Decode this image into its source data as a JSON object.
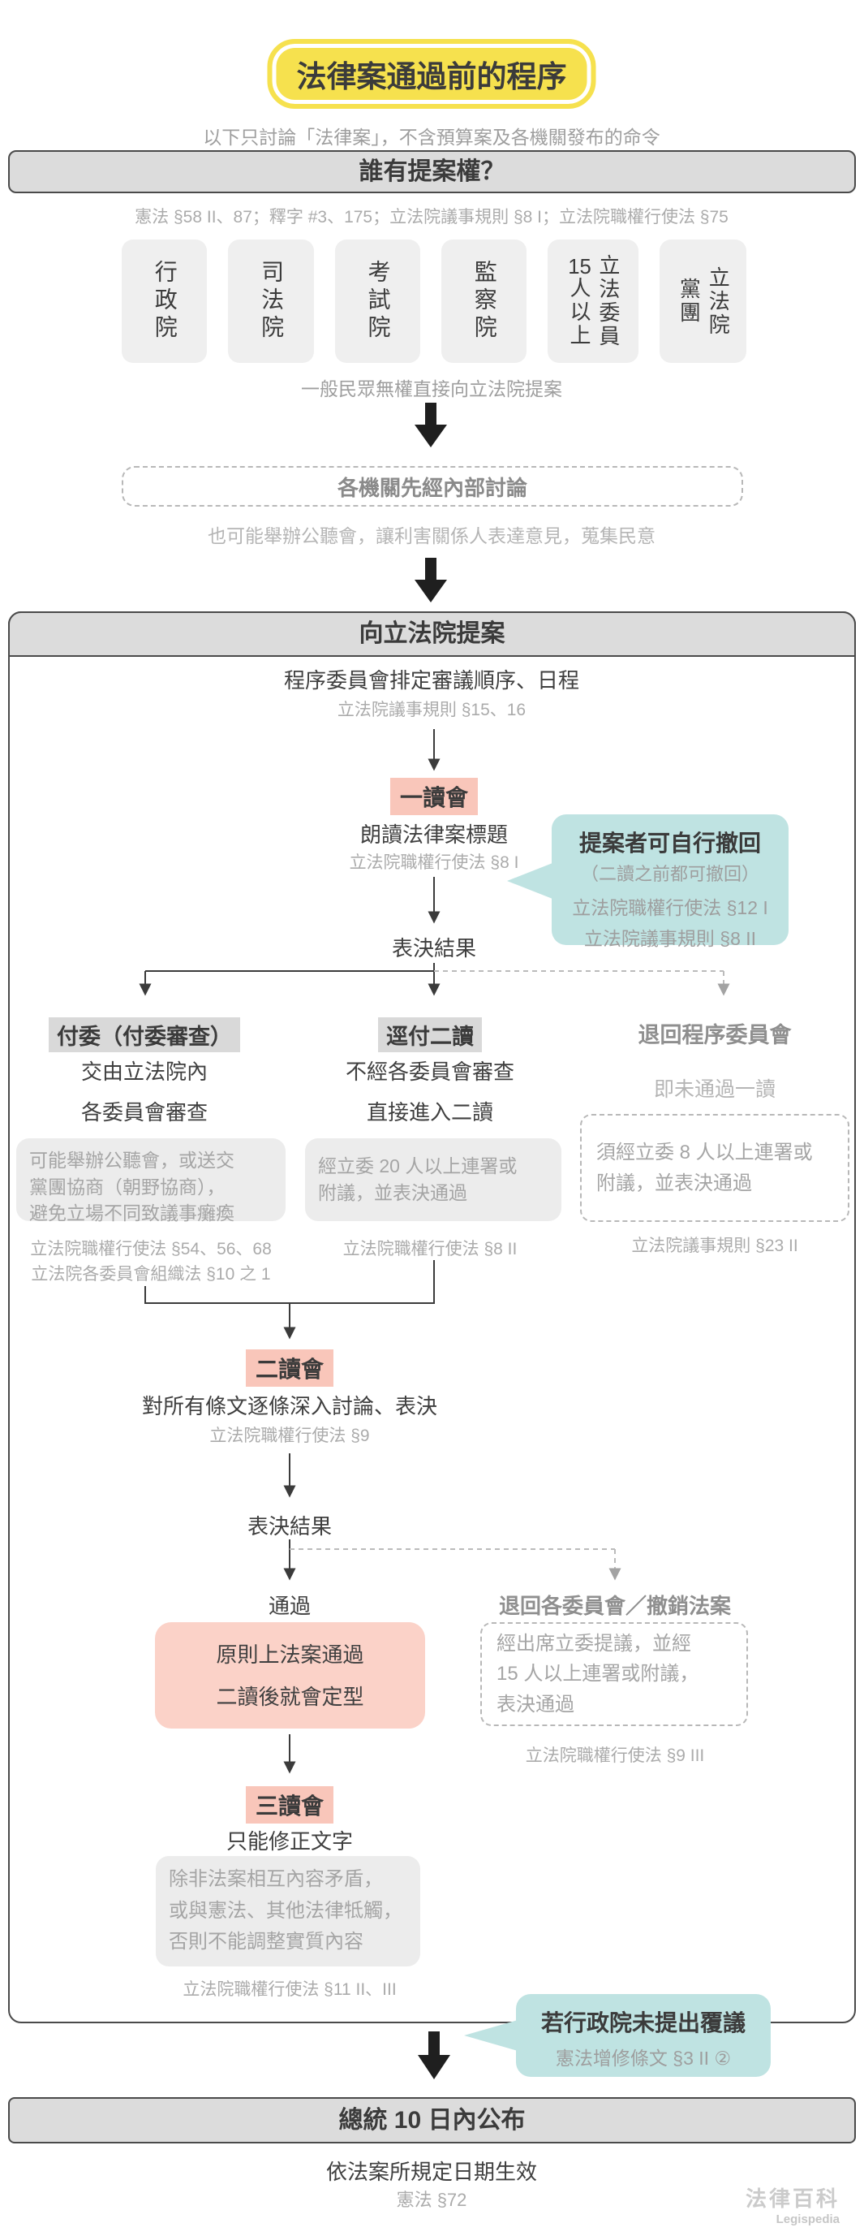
{
  "colors": {
    "yellow": "#f6e14e",
    "pink_label": "#f9c6ba",
    "pink_box": "#fbd2c8",
    "teal_callout": "#bfe3e2",
    "gray_bar": "#dcdcdc",
    "gray_box": "#ececec",
    "dark_text": "#3b3b3b",
    "gray_text": "#9e9e9e"
  },
  "header": {
    "title": "法律案通過前的程序",
    "subtitle": "以下只討論「法律案」，不含預算案及各機關發布的命令"
  },
  "who": {
    "heading": "誰有提案權？",
    "citation": "憲法 §58 II、87；釋字 #3、175；立法院議事規則 §8 I；立法院職權行使法 §75",
    "proposers": [
      {
        "col1": "行政院"
      },
      {
        "col1": "司法院"
      },
      {
        "col1": "考試院"
      },
      {
        "col1": "監察院"
      },
      {
        "col1": "立法委員",
        "col2_num": "15",
        "col2_rest": "人以上"
      },
      {
        "col1": "立法院",
        "col2": "黨團"
      }
    ],
    "note": "一般民眾無權直接向立法院提案"
  },
  "discuss": {
    "box": "各機關先經內部討論",
    "note": "也可能舉辦公聽會，讓利害關係人表達意見，蒐集民意"
  },
  "submit": {
    "heading": "向立法院提案",
    "schedule": {
      "text": "程序委員會排定審議順序、日程",
      "citation": "立法院議事規則 §15、16"
    },
    "first_reading": {
      "label": "一讀會",
      "text": "朗讀法律案標題",
      "citation": "立法院職權行使法 §8 I"
    },
    "withdraw_callout": {
      "title": "提案者可自行撤回",
      "sub": "（二讀之前都可撤回）",
      "cite1": "立法院職權行使法 §12 I",
      "cite2": "立法院議事規則 §8 II"
    },
    "vote1": "表決結果",
    "committee": {
      "heading": "付委（付委審查）",
      "line1": "交由立法院內",
      "line2": "各委員會審查",
      "note": [
        "可能舉辦公聽會，或送交",
        "黨團協商（朝野協商），",
        "避免立場不同致議事癱瘓"
      ],
      "cite1": "立法院職權行使法 §54、56、68",
      "cite2": "立法院各委員會組織法 §10 之 1"
    },
    "direct_second": {
      "heading": "逕付二讀",
      "line1": "不經各委員會審查",
      "line2": "直接進入二讀",
      "note": [
        "經立委 20 人以上連署或",
        "附議，並表決通過"
      ],
      "cite": "立法院職權行使法 §8 II"
    },
    "return_procedure": {
      "heading": "退回程序委員會",
      "sub": "即未通過一讀",
      "note": [
        "須經立委 8 人以上連署或",
        "附議，並表決通過"
      ],
      "cite": "立法院議事規則 §23 II"
    },
    "second_reading": {
      "label": "二讀會",
      "text": "對所有條文逐條深入討論、表決",
      "citation": "立法院職權行使法 §9"
    },
    "vote2": "表決結果",
    "pass": {
      "label": "通過",
      "box1": "原則上法案通過",
      "box2": "二讀後就會定型"
    },
    "return_committee": {
      "heading": "退回各委員會／撤銷法案",
      "note": [
        "經出席立委提議，並經",
        "15 人以上連署或附議，",
        "表決通過"
      ],
      "cite": "立法院職權行使法 §9 III"
    },
    "third_reading": {
      "label": "三讀會",
      "text": "只能修正文字",
      "note": [
        "除非法案相互內容矛盾，",
        "或與憲法、其他法律牴觸，",
        "否則不能調整實質內容"
      ],
      "cite": "立法院職權行使法 §11 II、III"
    },
    "no_veto_callout": {
      "title": "若行政院未提出覆議",
      "cite": "憲法增修條文 §3 II ②"
    }
  },
  "footer": {
    "bar": "總統 10 日內公布",
    "effect": "依法案所規定日期生效",
    "cite": "憲法 §72",
    "brand_zh": "法律百科",
    "brand_en": "Legispedia"
  }
}
